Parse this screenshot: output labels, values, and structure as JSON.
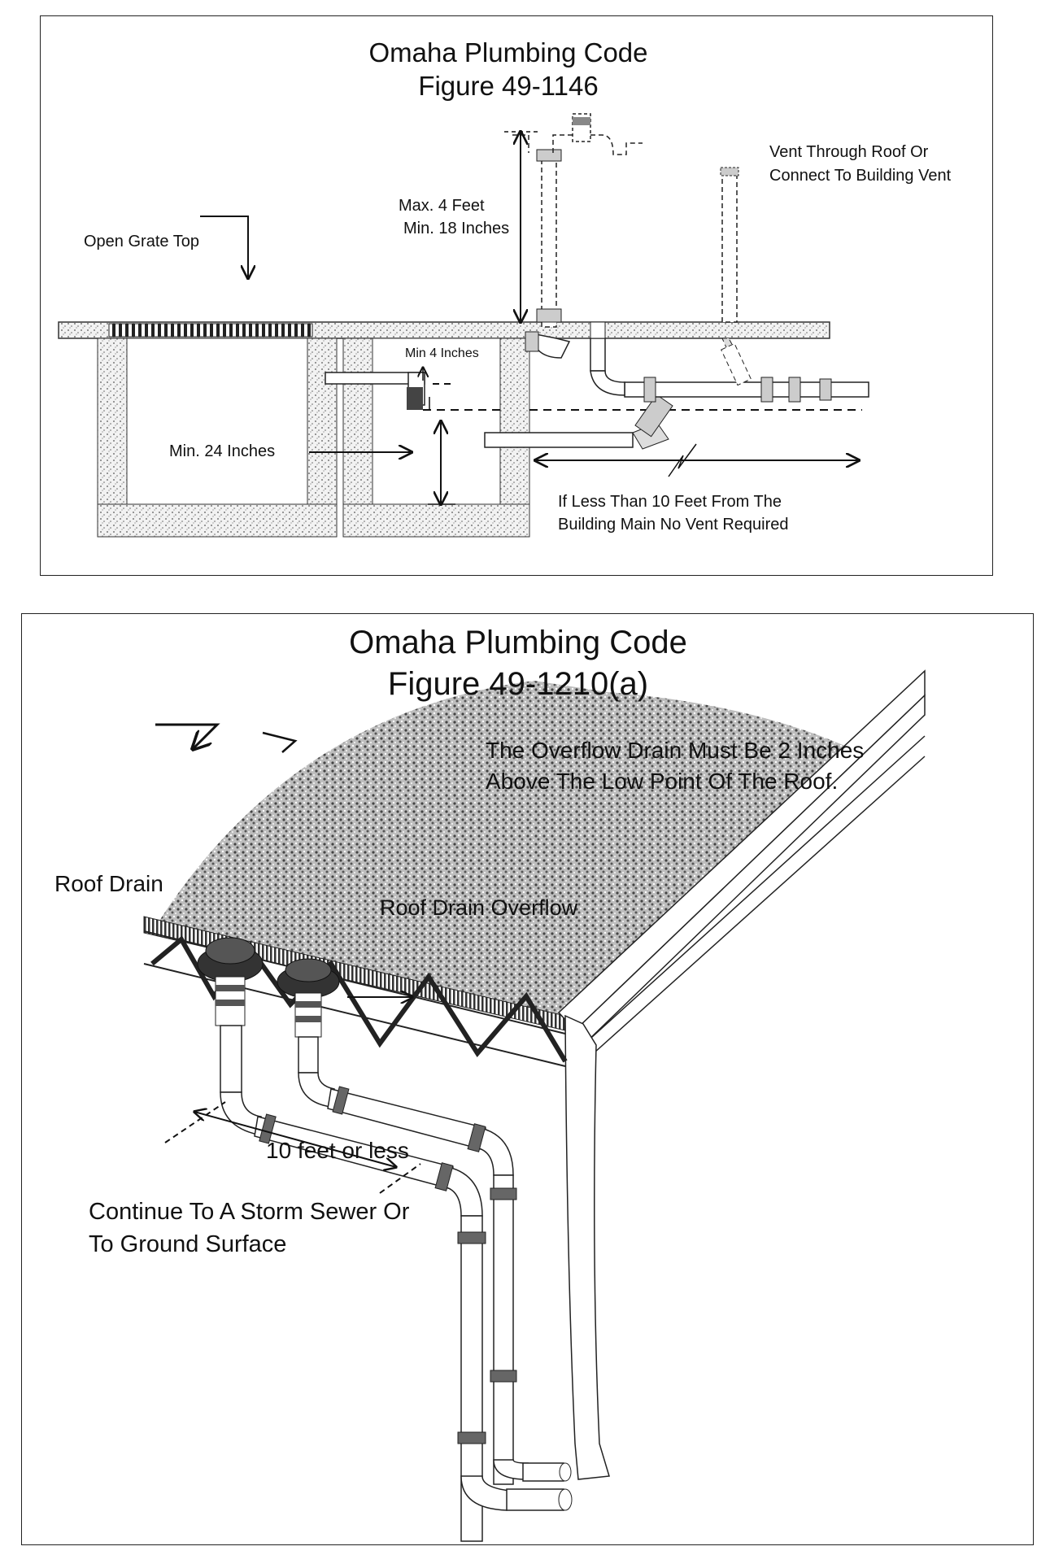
{
  "figure1": {
    "title_line1": "Omaha Plumbing Code",
    "title_line2": "Figure 49-1146",
    "labels": {
      "vent_line1": "Vent Through Roof Or",
      "vent_line2": "Connect To Building Vent",
      "max_feet": "Max. 4 Feet",
      "min_inches": "Min. 18 Inches",
      "open_grate": "Open Grate Top",
      "min_4_inches": "Min 4 Inches",
      "min_24_inches": "Min. 24 Inches",
      "no_vent_line1": "If Less Than 10 Feet From The",
      "no_vent_line2": "Building Main No Vent Required"
    }
  },
  "figure2": {
    "title_line1": "Omaha Plumbing Code",
    "title_line2": "Figure 49-1210(a)",
    "labels": {
      "overflow_note_line1": "The Overflow Drain Must Be 2 Inches",
      "overflow_note_line2": "Above The Low Point Of The Roof.",
      "roof_drain": "Roof Drain",
      "roof_drain_overflow": "Roof Drain Overflow",
      "ten_feet": "10 feet or less",
      "continue_line1": "Continue To A Storm Sewer Or",
      "continue_line2": "To Ground Surface"
    }
  }
}
